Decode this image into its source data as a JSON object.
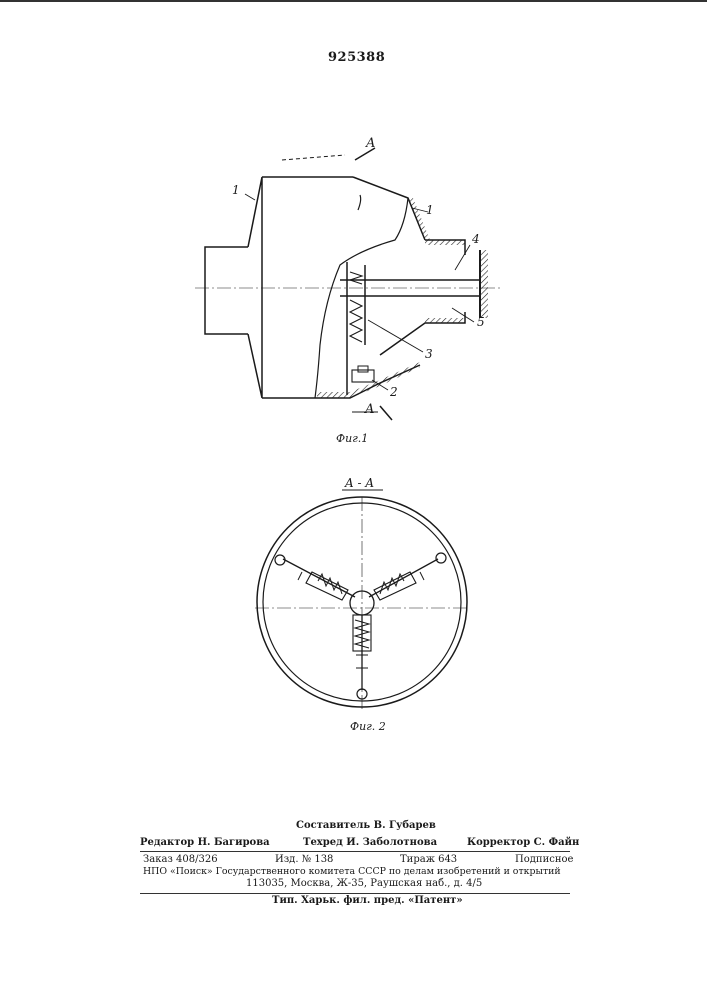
{
  "patent_number": "925388",
  "figure1": {
    "caption": "Фиг.1",
    "section_label": "A",
    "callouts": [
      "1",
      "1",
      "4",
      "5",
      "3",
      "2"
    ]
  },
  "figure2": {
    "section_title": "A - A",
    "caption": "Фиг. 2"
  },
  "colophon": {
    "compiler": "Составитель В. Губарев",
    "editor": "Редактор Н. Багирова",
    "tech_editor": "Техред И. Заболотнова",
    "corrector": "Корректор С. Файн",
    "order": "Заказ 408/326",
    "edition": "Изд. № 138",
    "print_run": "Тираж 643",
    "subscription": "Подписное",
    "org_line": "НПО «Поиск» Государственного комитета СССР по делам изобретений и открытий",
    "address_line": "113035, Москва, Ж-35, Раушская наб., д. 4/5",
    "printer_line": "Тип. Харьк. фил. пред. «Патент»"
  }
}
